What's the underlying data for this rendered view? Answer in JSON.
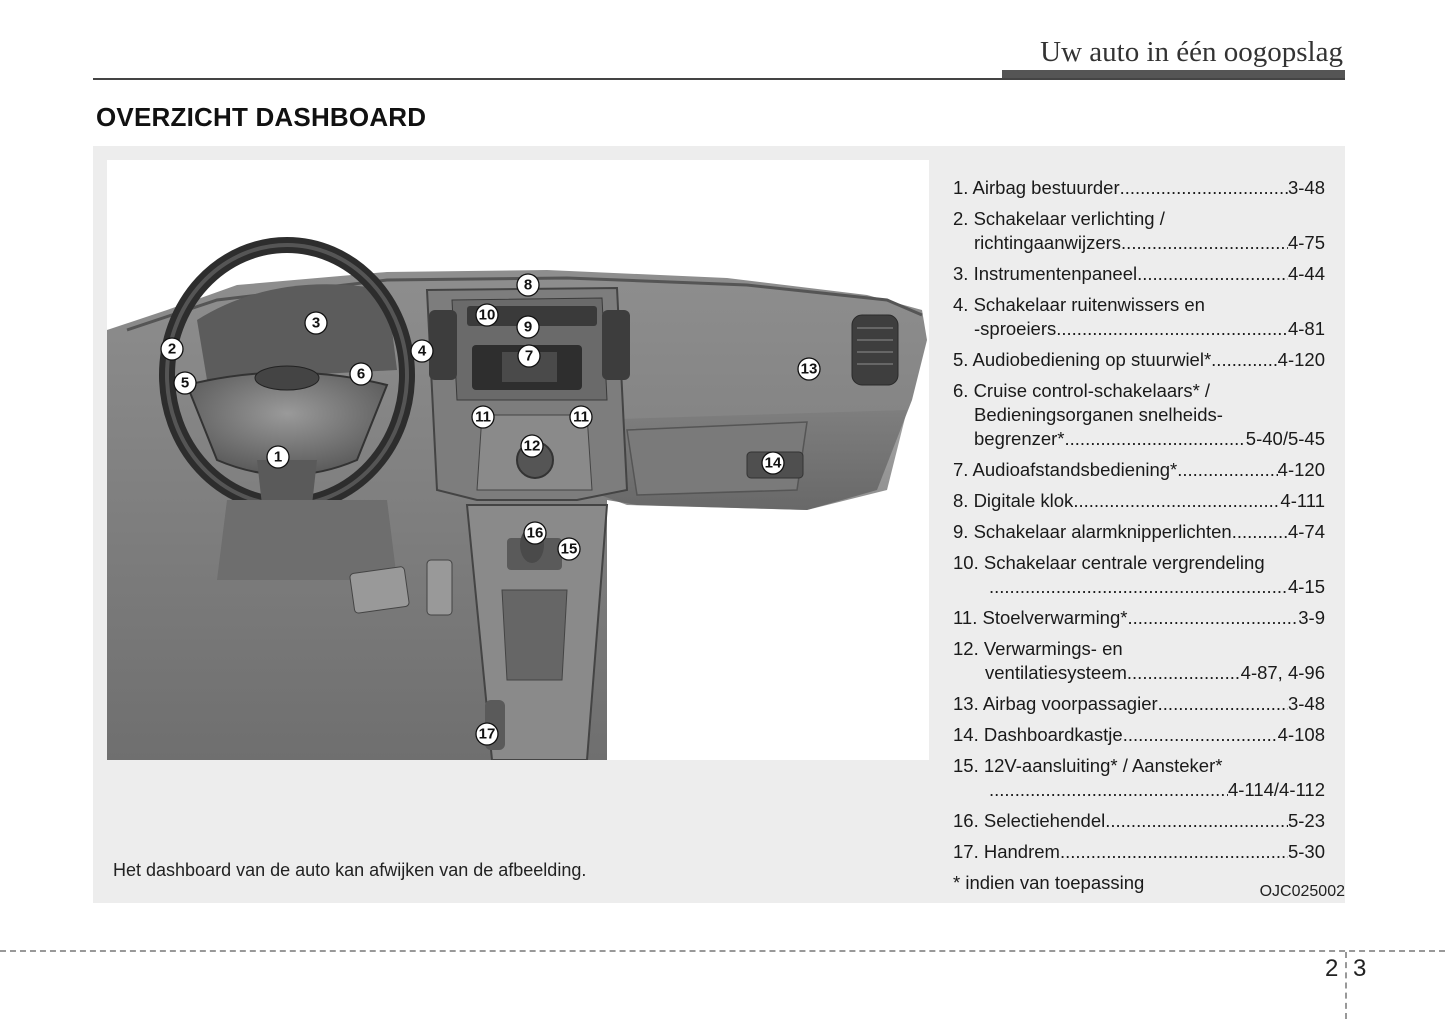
{
  "header": {
    "title": "Uw auto in één oogopslag"
  },
  "section_title": "OVERZICHT DASHBOARD",
  "illustration": {
    "callouts": [
      "1",
      "2",
      "3",
      "4",
      "5",
      "6",
      "7",
      "8",
      "9",
      "10",
      "11",
      "11",
      "12",
      "13",
      "14",
      "15",
      "16",
      "17"
    ],
    "note": "Het dashboard van de auto kan afwijken van de afbeelding.",
    "code": "OJC025002"
  },
  "items": [
    {
      "lines": [
        "1. Airbag bestuurder"
      ],
      "page": "3-48"
    },
    {
      "lines": [
        "2. Schakelaar verlichting /",
        "richtingaanwijzers"
      ],
      "page": "4-75"
    },
    {
      "lines": [
        "3. Instrumentenpaneel"
      ],
      "page": "4-44"
    },
    {
      "lines": [
        "4. Schakelaar ruitenwissers en",
        "-sproeiers"
      ],
      "page": "4-81"
    },
    {
      "lines": [
        "5. Audiobediening op stuurwiel*"
      ],
      "page": "4-120"
    },
    {
      "lines": [
        "6. Cruise control-schakelaars* /",
        "Bedieningsorganen snelheids-",
        "begrenzer*"
      ],
      "page": "5-40/5-45"
    },
    {
      "lines": [
        "7. Audioafstandsbediening*"
      ],
      "page": "4-120"
    },
    {
      "lines": [
        "8. Digitale klok"
      ],
      "page": "4-111"
    },
    {
      "lines": [
        "9. Schakelaar alarmknipperlichten"
      ],
      "page": "4-74"
    },
    {
      "lines": [
        "10. Schakelaar centrale vergrendeling",
        ""
      ],
      "page": "4-15"
    },
    {
      "lines": [
        "11. Stoelverwarming*"
      ],
      "page": "3-9"
    },
    {
      "lines": [
        "12. Verwarmings- en",
        "ventilatiesysteem"
      ],
      "page": "4-87, 4-96"
    },
    {
      "lines": [
        "13. Airbag voorpassagier"
      ],
      "page": "3-48"
    },
    {
      "lines": [
        "14. Dashboardkastje"
      ],
      "page": "4-108"
    },
    {
      "lines": [
        "15. 12V-aansluiting* / Aansteker*",
        ""
      ],
      "page": "4-114/4-112"
    },
    {
      "lines": [
        "16. Selectiehendel"
      ],
      "page": "5-23"
    },
    {
      "lines": [
        "17. Handrem"
      ],
      "page": "5-30"
    }
  ],
  "footnote": "* indien van toepassing",
  "page_numbers": {
    "left": "2",
    "right": "3"
  }
}
